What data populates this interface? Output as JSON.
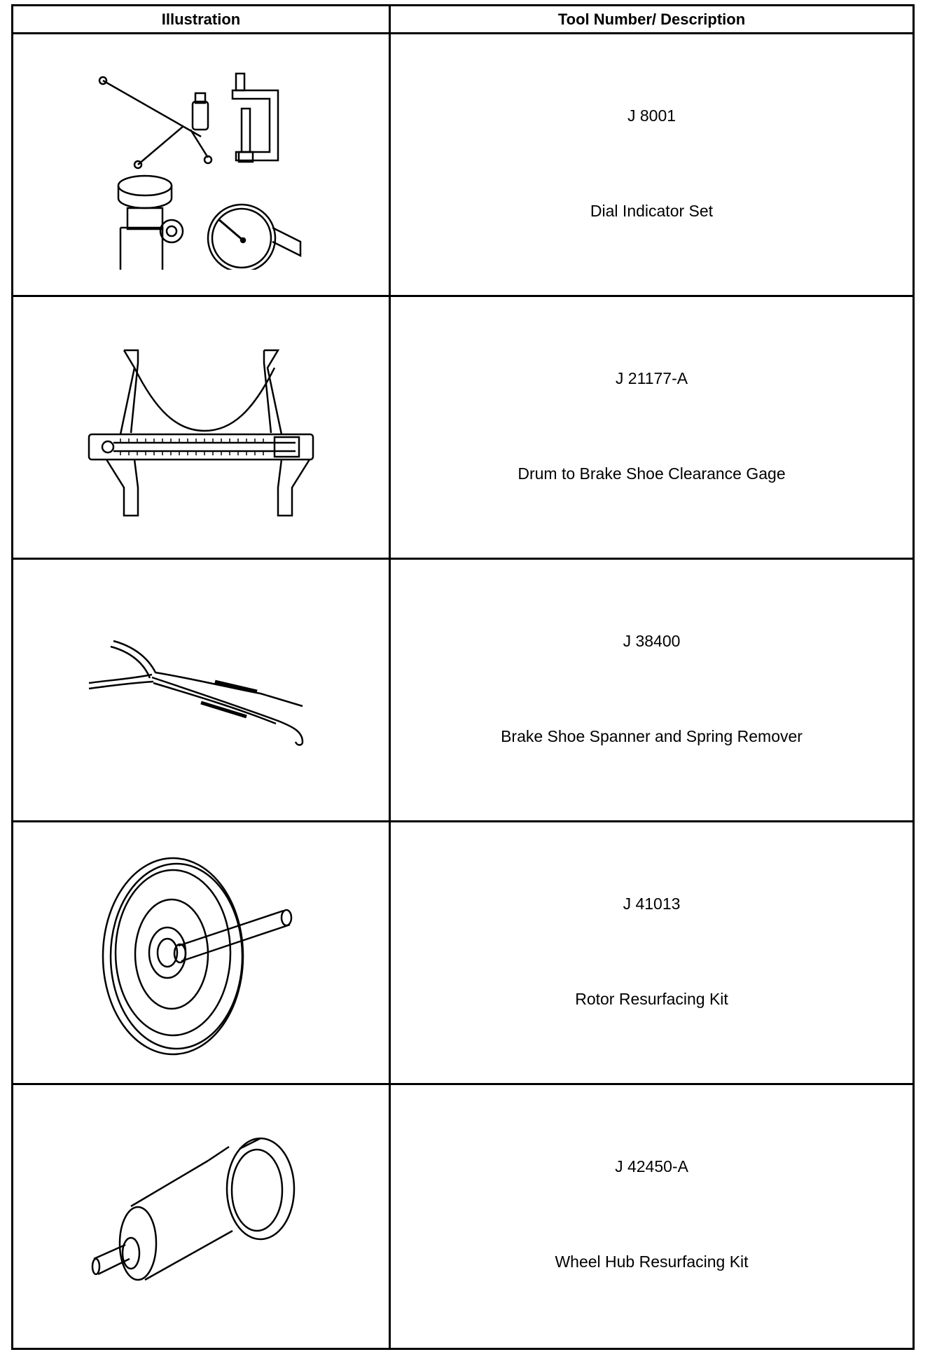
{
  "header": {
    "col1": "Illustration",
    "col2": "Tool Number/ Description"
  },
  "rows": [
    {
      "number": "J 8001",
      "description": "Dial Indicator Set",
      "icon": "dial-indicator-set-icon"
    },
    {
      "number": "J 21177-A",
      "description": "Drum to Brake Shoe Clearance Gage",
      "icon": "clearance-gage-icon"
    },
    {
      "number": "J 38400",
      "description": "Brake Shoe Spanner and Spring Remover",
      "icon": "spanner-spring-remover-icon"
    },
    {
      "number": "J 41013",
      "description": "Rotor Resurfacing Kit",
      "icon": "rotor-resurfacing-kit-icon"
    },
    {
      "number": "J 42450-A",
      "description": "Wheel Hub Resurfacing Kit",
      "icon": "wheel-hub-resurfacing-kit-icon"
    }
  ]
}
